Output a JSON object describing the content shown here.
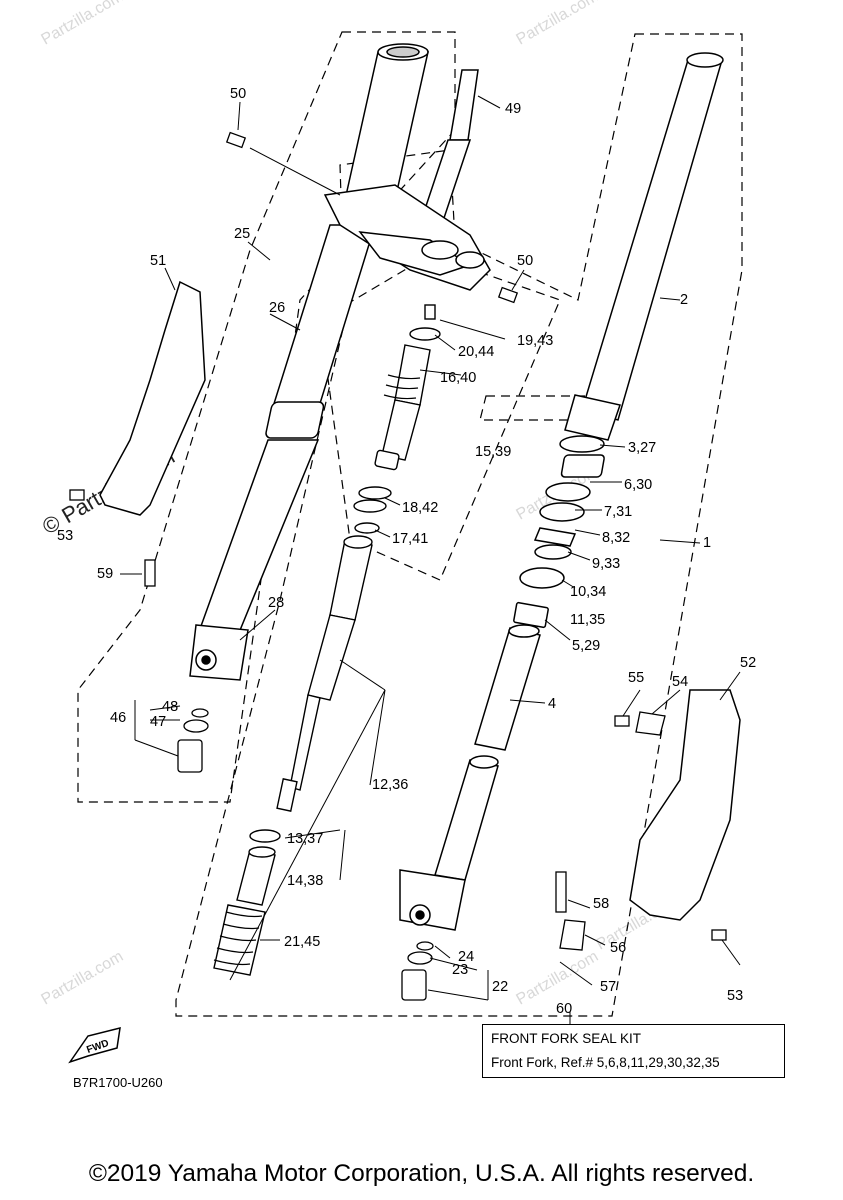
{
  "watermark": "Partzilla.com",
  "watermark_large": "© Partzilla.com",
  "callouts": [
    "1",
    "2",
    "3,27",
    "4",
    "5,29",
    "6,30",
    "7,31",
    "8,32",
    "9,33",
    "10,34",
    "11,35",
    "12,36",
    "13,37",
    "14,38",
    "15,39",
    "16,40",
    "17,41",
    "18,42",
    "19,43",
    "20,44",
    "21,45",
    "22",
    "23",
    "24",
    "25",
    "26",
    "28",
    "46",
    "47",
    "48",
    "49",
    "50",
    "50",
    "51",
    "52",
    "53",
    "53",
    "54",
    "55",
    "56",
    "57",
    "58",
    "59",
    "60"
  ],
  "fwd_label": "FWD",
  "seal_kit": {
    "title": "FRONT FORK SEAL KIT",
    "description": "Front Fork, Ref.# 5,6,8,11,29,30,32,35"
  },
  "diagram_code": "B7R1700-U260",
  "copyright": "©2019 Yamaha Motor Corporation, U.S.A. All rights reserved.",
  "colors": {
    "ink": "#000000",
    "watermark": "#d8d8d8",
    "background": "#ffffff"
  }
}
